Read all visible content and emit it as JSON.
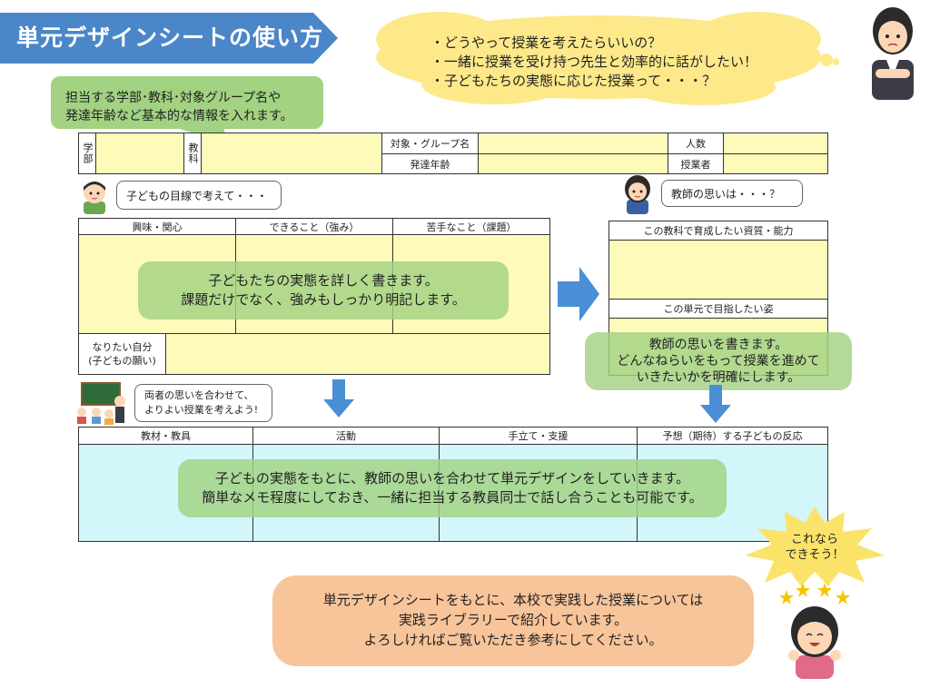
{
  "title": "単元デザインシートの使い方",
  "thought": {
    "lines": [
      "・どうやって授業を考えたらいいの？",
      "・一緒に授業を受け持つ先生と効率的に話がしたい！",
      "・子どもたちの実態に応じた授業って・・・？"
    ]
  },
  "intro": {
    "lines": [
      "担当する学部･教科･対象グループ名や",
      "発達年齢など基本的な情報を入れます。"
    ]
  },
  "header_table": {
    "gakubu": "学部",
    "kyouka": "教科",
    "group": "対象・グループ名",
    "age": "発達年齢",
    "ninzu": "人数",
    "jugyousha": "授業者"
  },
  "child_bubble": "子どもの目線で考えて・・・",
  "child_table": {
    "columns": [
      "興味・関心",
      "できること（強み）",
      "苦手なこと（課題）"
    ],
    "wish_label_1": "なりたい自分",
    "wish_label_2": "(子どもの願い)",
    "note_lines": [
      "子どもたちの実態を詳しく書きます。",
      "課題だけでなく、強みもしっかり明記します。"
    ]
  },
  "teacher_bubble": "教師の思いは・・・？",
  "teacher_table": {
    "row1": "この教科で育成したい資質・能力",
    "row2": "この単元で目指したい姿",
    "note_lines": [
      "教師の思いを書きます。",
      "どんなねらいをもって授業を進めて",
      "いきたいかを明確にします。"
    ]
  },
  "both_bubble": {
    "lines": [
      "両者の思いを合わせて、",
      "よりよい授業を考えよう!"
    ]
  },
  "plan_table": {
    "columns": [
      "教材・教具",
      "活動",
      "手立て・支援",
      "予想（期待）する子どもの反応"
    ],
    "note_lines": [
      "子どもの実態をもとに、教師の思いを合わせて単元デザインをしていきます。",
      "簡単なメモ程度にしておき、一緒に担当する教員同士で話し合うことも可能です。"
    ]
  },
  "star_burst": {
    "lines": [
      "これなら",
      "できそう！"
    ]
  },
  "bottom": {
    "lines": [
      "単元デザインシートをもとに、本校で実践した授業については",
      "実践ライブラリーで紹介しています。",
      "よろしければご覧いただき参考にしてください。"
    ]
  },
  "colors": {
    "banner": "#4a86c8",
    "cloud": "#fde98a",
    "note_green": "#a2d282",
    "yellow_cell": "#fdfaba",
    "cyan_cell": "#d2f6fa",
    "arrow_blue": "#4a8fd6",
    "bottom_callout": "#f8c49a",
    "star": "#fbe36a"
  }
}
